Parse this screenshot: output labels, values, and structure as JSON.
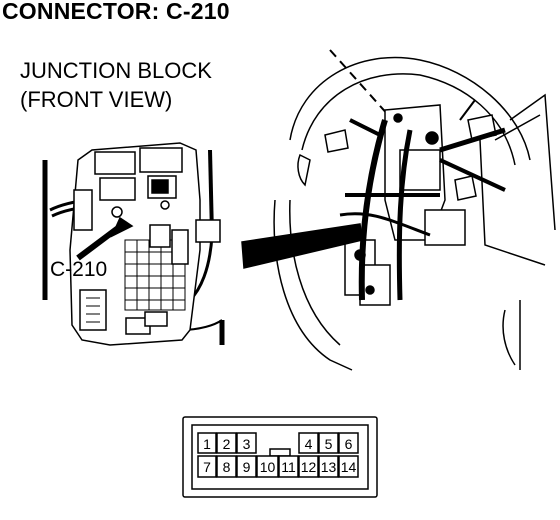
{
  "title": "CONNECTOR: C-210",
  "junction_block_label": "JUNCTION BLOCK\n(FRONT VIEW)",
  "callout_label": "C-210",
  "connector_pins": {
    "top_row": [
      "1",
      "2",
      "3",
      "",
      "4",
      "5",
      "6"
    ],
    "bottom_row": [
      "7",
      "8",
      "9",
      "10",
      "11",
      "12",
      "13",
      "14"
    ]
  }
}
